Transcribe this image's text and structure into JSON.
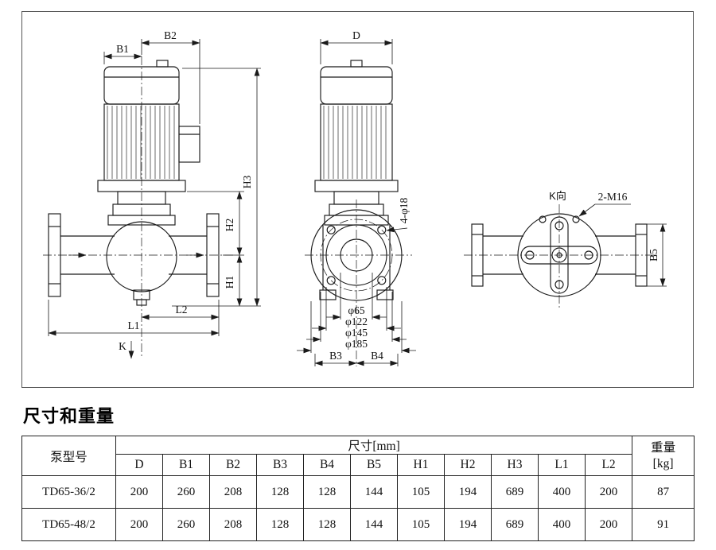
{
  "title": "尺寸和重量",
  "drawing": {
    "front_view": {
      "b1": "B1",
      "b2": "B2",
      "h1": "H1",
      "h2": "H2",
      "h3": "H3",
      "l1": "L1",
      "l2": "L2",
      "k": "K"
    },
    "side_view": {
      "d": "D",
      "holes": "4-φ18",
      "phi65": "φ65",
      "phi122": "φ122",
      "phi145": "φ145",
      "phi185": "φ185",
      "b3": "B3",
      "b4": "B4"
    },
    "k_view": {
      "label": "K向",
      "tap": "2-M16",
      "b5": "B5"
    }
  },
  "table": {
    "model_header": "泵型号",
    "dims_header": "尺寸[mm]",
    "weight_label": "重量",
    "weight_unit": "[kg]",
    "dim_cols": [
      "D",
      "B1",
      "B2",
      "B3",
      "B4",
      "B5",
      "H1",
      "H2",
      "H3",
      "L1",
      "L2"
    ],
    "rows": [
      {
        "model": "TD65-36/2",
        "values": [
          "200",
          "260",
          "208",
          "128",
          "128",
          "144",
          "105",
          "194",
          "689",
          "400",
          "200"
        ],
        "weight": "87"
      },
      {
        "model": "TD65-48/2",
        "values": [
          "200",
          "260",
          "208",
          "128",
          "128",
          "144",
          "105",
          "194",
          "689",
          "400",
          "200"
        ],
        "weight": "91"
      }
    ]
  }
}
